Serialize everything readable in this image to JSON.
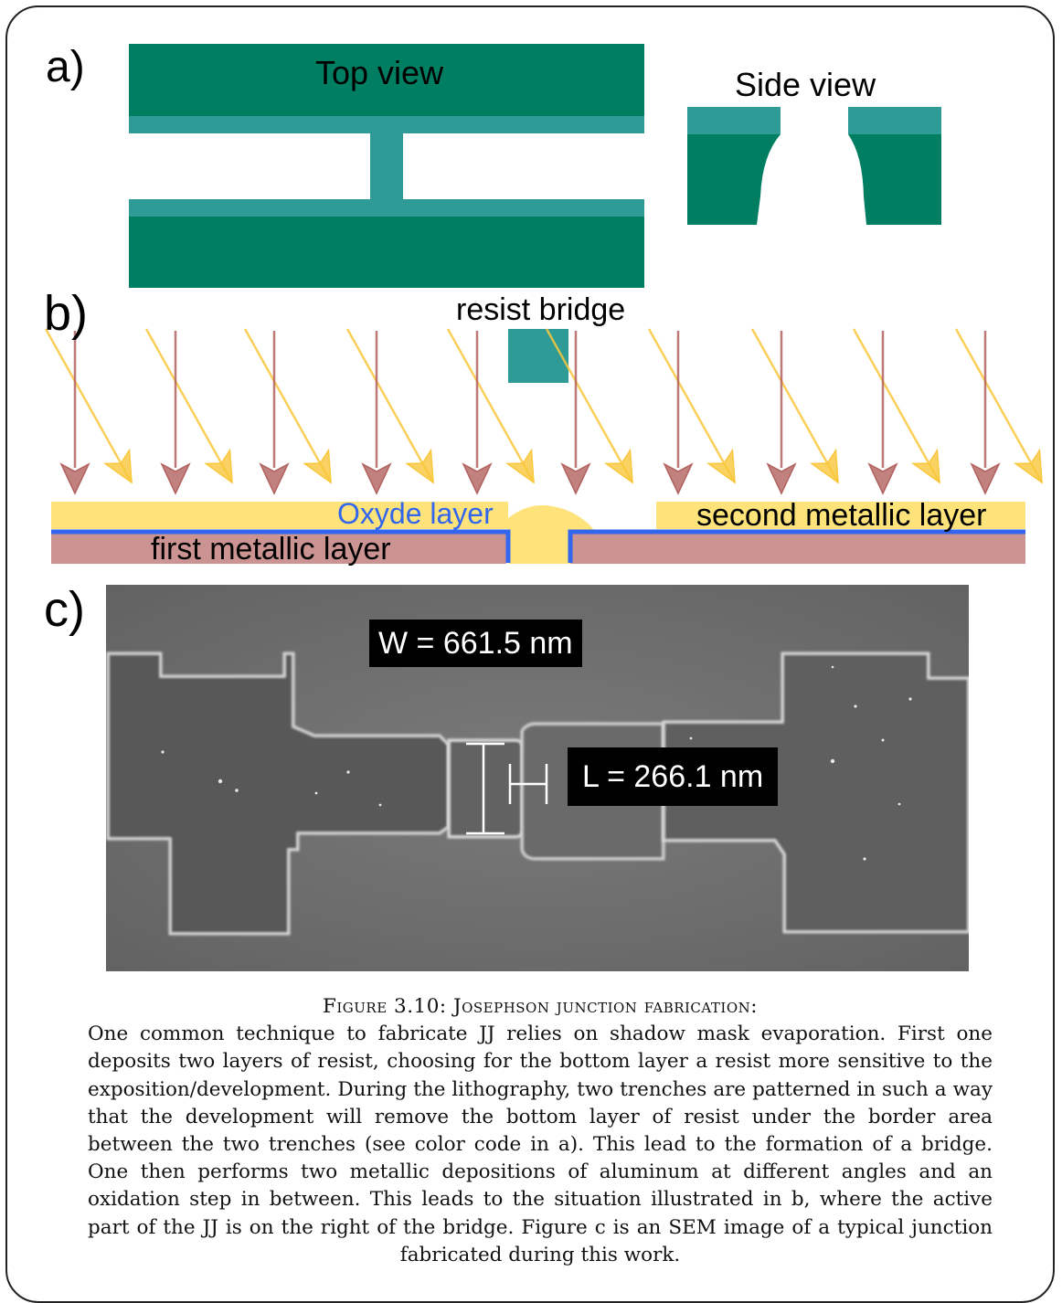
{
  "figure": {
    "panel_a": {
      "label": "a)",
      "top_view_title": "Top view",
      "side_view_title": "Side view"
    },
    "panel_b": {
      "label": "b)",
      "resist_bridge_label": "resist bridge",
      "oxyde_label": "Oxyde layer",
      "first_layer_label": "first metallic layer",
      "second_layer_label": "second metallic layer"
    },
    "panel_c": {
      "label": "c)",
      "width_measure": "W = 661.5 nm",
      "length_measure": "L = 266.1 nm"
    },
    "colors": {
      "top_resist": "#2e9b96",
      "bottom_resist": "#007e62",
      "oxyde": "#3366ee",
      "metal": "#cc9393",
      "evaporation_yellow": "#fde37a",
      "evaporation_red_arrow": "#b2615f",
      "evaporation_yellow_arrow": "#f9c73c"
    }
  },
  "caption": {
    "title": "Figure 3.10: Josephson junction fabrication:",
    "body": "One common technique to fabricate JJ relies on shadow mask evaporation. First one deposits two layers of resist, choosing for the bottom layer a resist more sensitive to the exposition/development. During the lithography, two trenches are patterned in such a way that the development will remove the bottom layer of resist under the border area between the two trenches (see color code in a). This lead to the formation of a bridge. One then performs two metallic depositions of aluminum at different angles and an oxidation step in between. This leads to the situation illustrated in b, where the active part of the JJ is on the right of the bridge. Figure c is an SEM image of a typical junction fabricated during this work."
  }
}
